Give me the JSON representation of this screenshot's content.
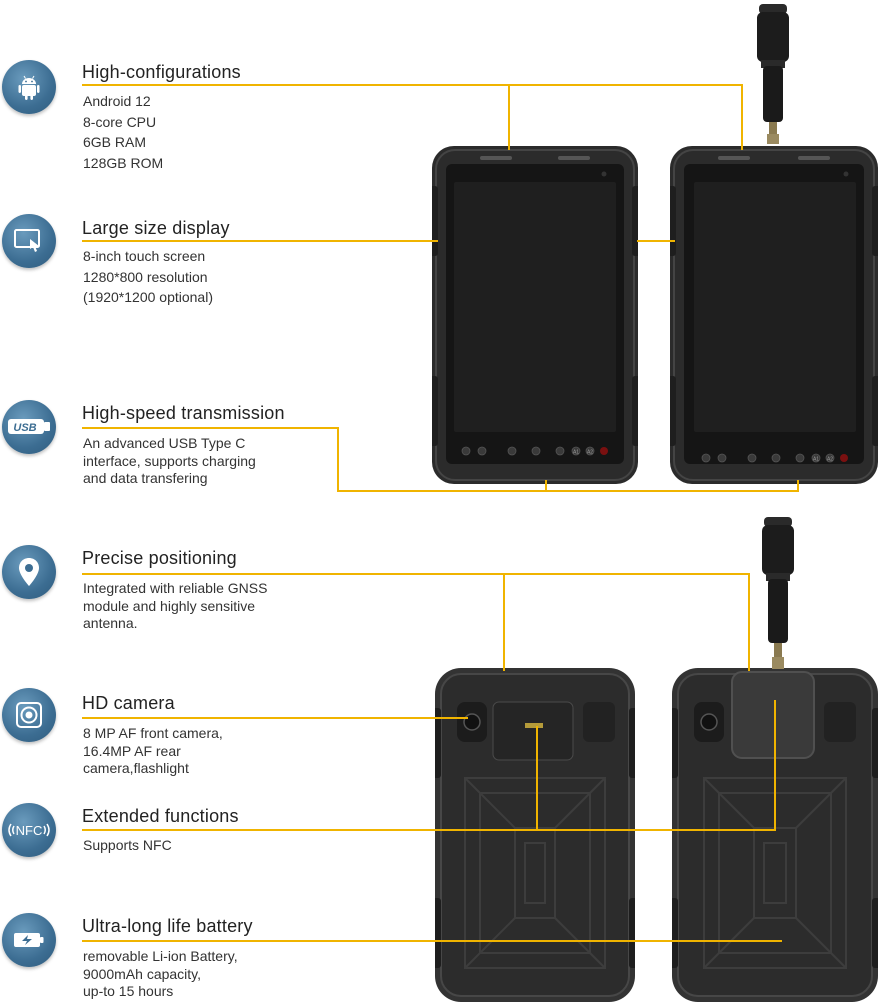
{
  "features": [
    {
      "id": "config",
      "icon": "android-icon",
      "title": "High-configurations",
      "lines": [
        "Android 12",
        "8-core CPU",
        "6GB RAM",
        "128GB ROM"
      ]
    },
    {
      "id": "display",
      "icon": "touch-display-icon",
      "title": "Large size display",
      "lines": [
        "8-inch touch screen",
        "1280*800 resolution",
        "(1920*1200 optional)"
      ]
    },
    {
      "id": "usb",
      "icon": "usb-icon",
      "title": "High-speed transmission",
      "lines": [
        "An advanced USB Type C",
        "interface, supports  charging",
        "and data transfering"
      ]
    },
    {
      "id": "gnss",
      "icon": "location-pin-icon",
      "title": "Precise positioning",
      "lines": [
        "Integrated with reliable GNSS",
        "module and highly sensitive",
        "antenna."
      ]
    },
    {
      "id": "camera",
      "icon": "camera-lens-icon",
      "title": "HD camera",
      "lines": [
        "8 MP AF front camera,",
        "16.4MP AF rear",
        "camera,flashlight"
      ]
    },
    {
      "id": "nfc",
      "icon": "nfc-icon",
      "title": "Extended functions",
      "lines": [
        "Supports NFC"
      ]
    },
    {
      "id": "battery",
      "icon": "battery-icon",
      "title": "Ultra-long life battery",
      "lines": [
        "removable Li-ion Battery,",
        "9000mAh capacity,",
        "up-to 15 hours"
      ]
    }
  ],
  "icon_labels": {
    "usb": "USB",
    "nfc": "NFC"
  },
  "tablet_keys": [
    "A1",
    "A2"
  ],
  "colors": {
    "accent": "#f0b400",
    "icon_circle": "#3c6d92",
    "tablet_body": "#2b2b2b",
    "screen": "#1c1c1c"
  }
}
